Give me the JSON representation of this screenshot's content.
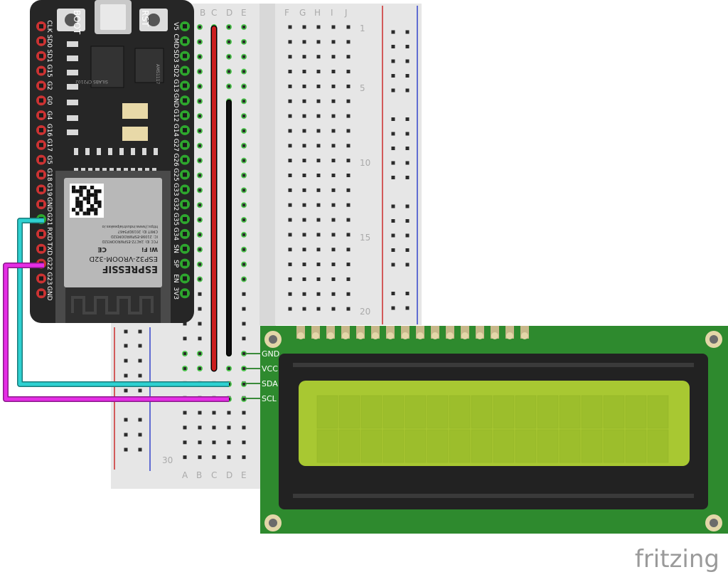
{
  "breadboard": {
    "columns_left": [
      "A",
      "B",
      "C",
      "D",
      "E"
    ],
    "columns_right": [
      "F",
      "G",
      "H",
      "I",
      "J"
    ],
    "row_numbers": [
      "1",
      "5",
      "10",
      "15",
      "20",
      "30"
    ],
    "colors": {
      "body": "#e6e6e6",
      "hole": "#2b2b2b",
      "rail_red": "#cc2b2b",
      "rail_blue": "#3344cc",
      "active_hole": "#4ec64e"
    }
  },
  "esp32": {
    "top_labels": {
      "boot": "BOOT",
      "rst": "RST"
    },
    "left_pins": [
      "CLK",
      "SD0",
      "SD1",
      "G15",
      "G2",
      "G0",
      "G4",
      "G16",
      "G17",
      "G5",
      "G18",
      "G19",
      "GND",
      "G21",
      "RXD",
      "TXD",
      "G22",
      "G23",
      "GND"
    ],
    "right_pins": [
      "V5",
      "CMD",
      "SD3",
      "SD2",
      "G13",
      "GND",
      "G12",
      "G14",
      "G27",
      "G26",
      "G25",
      "G33",
      "G32",
      "G35",
      "G34",
      "SN",
      "SP",
      "EN",
      "3V3"
    ],
    "module": {
      "brand": "ESPRESSIF",
      "model": "ESP32-VROOM-32D",
      "fcc": "FCC ID: 2AC7Z-ESPWROOM32D",
      "ic": "IC: 21098-ESPWROOM32D",
      "cmiit": "CMIIT ID: 2019DP3467",
      "url": "https://www.industrialpeakes.io",
      "ce": "CE",
      "wifi": "Wi Fi"
    },
    "chip_labels": [
      "SILABS CP2102",
      "AMS1117"
    ],
    "colors": {
      "board": "#262626",
      "module": "#b8b8b8",
      "pin_red": "#cc3333",
      "pin_green": "#2ea62e"
    }
  },
  "lcd": {
    "pin_labels": [
      "GND",
      "VCC",
      "SDA",
      "SCL"
    ],
    "rows": 2,
    "cols": 16,
    "colors": {
      "pcb": "#2e8a2e",
      "bezel": "#222222",
      "screen": "#a8c832",
      "cell": "#9cbe2c"
    }
  },
  "wires": [
    {
      "name": "vcc-wire",
      "color": "#cc1f1f"
    },
    {
      "name": "gnd-wire",
      "color": "#111111"
    },
    {
      "name": "sda-wire",
      "color": "#2ed1d1"
    },
    {
      "name": "scl-wire",
      "color": "#e62ee6"
    }
  ],
  "watermark": "fritzing"
}
